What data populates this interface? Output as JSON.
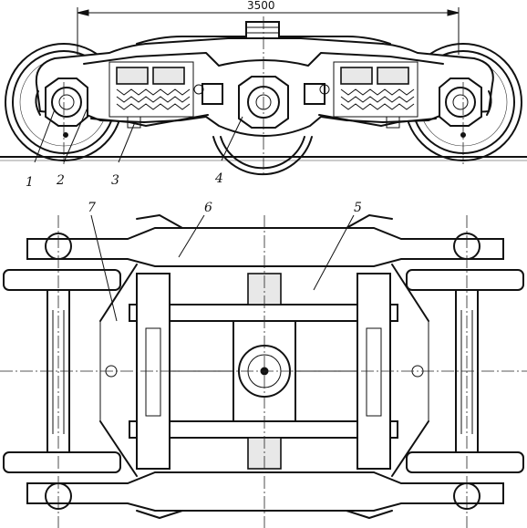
{
  "dimension": {
    "wheelbase_text": "3500"
  },
  "callouts": [
    {
      "id": "1",
      "text": "1"
    },
    {
      "id": "2",
      "text": "2"
    },
    {
      "id": "3",
      "text": "3"
    },
    {
      "id": "4",
      "text": "4"
    },
    {
      "id": "5",
      "text": "5"
    },
    {
      "id": "6",
      "text": "6"
    },
    {
      "id": "7",
      "text": "7"
    }
  ],
  "colors": {
    "ink": "#111111",
    "paper": "#ffffff"
  }
}
